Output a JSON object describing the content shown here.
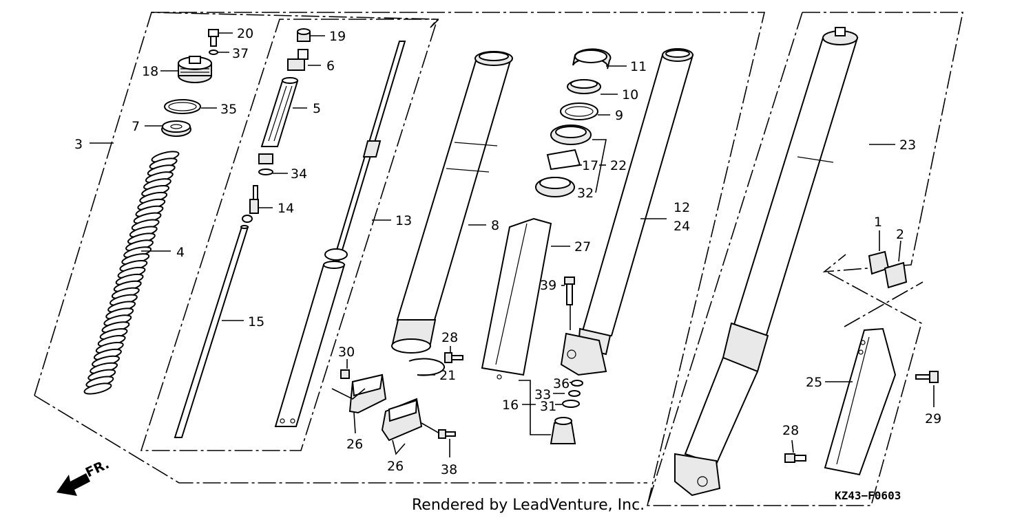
{
  "diagram": {
    "credit": "Rendered by LeadVenture, Inc.",
    "diagram_code": "KZ43−F0603",
    "direction_label": "FR.",
    "callouts": [
      {
        "id": "c1",
        "text": "1"
      },
      {
        "id": "c2",
        "text": "2"
      },
      {
        "id": "c3",
        "text": "3"
      },
      {
        "id": "c4",
        "text": "4"
      },
      {
        "id": "c5",
        "text": "5"
      },
      {
        "id": "c6",
        "text": "6"
      },
      {
        "id": "c7",
        "text": "7"
      },
      {
        "id": "c8",
        "text": "8"
      },
      {
        "id": "c9",
        "text": "9"
      },
      {
        "id": "c10",
        "text": "10"
      },
      {
        "id": "c11",
        "text": "11"
      },
      {
        "id": "c12",
        "text": "12"
      },
      {
        "id": "c13",
        "text": "13"
      },
      {
        "id": "c14",
        "text": "14"
      },
      {
        "id": "c15",
        "text": "15"
      },
      {
        "id": "c16",
        "text": "16"
      },
      {
        "id": "c17",
        "text": "17"
      },
      {
        "id": "c19",
        "text": "19"
      },
      {
        "id": "c18",
        "text": "18"
      },
      {
        "id": "c20",
        "text": "20"
      },
      {
        "id": "c21",
        "text": "21"
      },
      {
        "id": "c22",
        "text": "22"
      },
      {
        "id": "c23",
        "text": "23"
      },
      {
        "id": "c24",
        "text": "24"
      },
      {
        "id": "c25",
        "text": "25"
      },
      {
        "id": "c26a",
        "text": "26"
      },
      {
        "id": "c26b",
        "text": "26"
      },
      {
        "id": "c27",
        "text": "27"
      },
      {
        "id": "c28a",
        "text": "28"
      },
      {
        "id": "c28b",
        "text": "28"
      },
      {
        "id": "c29",
        "text": "29"
      },
      {
        "id": "c30",
        "text": "30"
      },
      {
        "id": "c31",
        "text": "31"
      },
      {
        "id": "c32",
        "text": "32"
      },
      {
        "id": "c33",
        "text": "33"
      },
      {
        "id": "c34",
        "text": "34"
      },
      {
        "id": "c35",
        "text": "35"
      },
      {
        "id": "c36",
        "text": "36"
      },
      {
        "id": "c37",
        "text": "37"
      },
      {
        "id": "c38",
        "text": "38"
      },
      {
        "id": "c39",
        "text": "39"
      }
    ]
  }
}
